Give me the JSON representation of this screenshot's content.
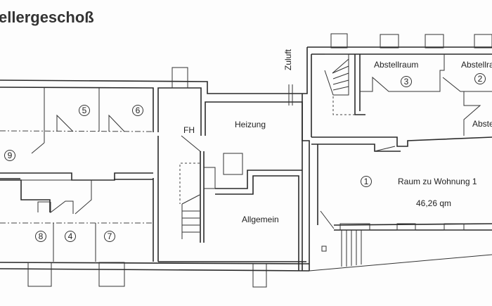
{
  "title": "ellergeschoß",
  "labels": {
    "zuluft": "Zuluft",
    "fh": "FH",
    "heizung": "Heizung",
    "abstellraum_3": "Abstellraum",
    "abstellraum_2": "Abstellra",
    "abstellraum_right": "Abste",
    "raum_wohnung": "Raum zu Wohnung 1",
    "area": "46,26 qm",
    "allgemein": "Allgemein"
  },
  "room_numbers": [
    "1",
    "2",
    "3",
    "4",
    "5",
    "6",
    "7",
    "8",
    "9"
  ]
}
